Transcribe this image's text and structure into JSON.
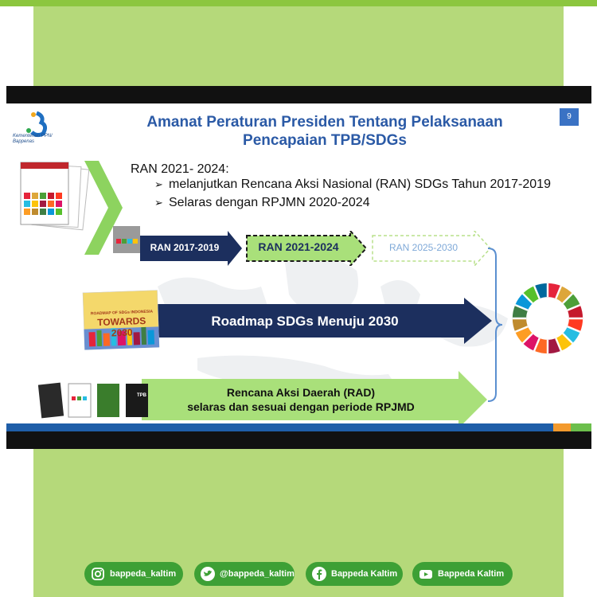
{
  "slide": {
    "page_number": "9",
    "title_line1": "Amanat Peraturan Presiden Tentang Pelaksanaan",
    "title_line2": "Pencapaian TPB/SDGs",
    "logo_text_line1": "Kementerian PPN/",
    "logo_text_line2": "Bappenas",
    "ran_heading": "RAN 2021- 2024:",
    "bullets": [
      "melanjutkan Rencana Aksi Nasional (RAN) SDGs Tahun 2017-2019",
      "Selaras dengan RPJMN 2020-2024"
    ],
    "arrows": {
      "ran_2017": "RAN 2017-2019",
      "ran_2021": "RAN 2021-2024",
      "ran_2025": "RAN 2025-2030",
      "roadmap": "Roadmap SDGs Menuju 2030",
      "rad_line1": "Rencana Aksi Daerah (RAD)",
      "rad_line2": "selaras dan sesuai dengan periode RPJMD"
    },
    "book_cover": {
      "line1": "ROADMAP OF SDGs INDONESIA",
      "line2": "TOWARDS 2030"
    },
    "small_book_label": "TPB"
  },
  "social": [
    {
      "icon": "instagram-icon",
      "label": "bappeda_kaltim"
    },
    {
      "icon": "twitter-icon",
      "label": "@bappeda_kaltim"
    },
    {
      "icon": "facebook-icon",
      "label": "Bappeda Kaltim"
    },
    {
      "icon": "youtube-icon",
      "label": "Bappeda Kaltim"
    }
  ],
  "colors": {
    "frame_green": "#8cc63f",
    "panel_green": "#b5d97a",
    "navy_arrow": "#1c2f5e",
    "light_green_arrow": "#a9e07a",
    "title_blue": "#2b5aa6",
    "social_green": "#3da035"
  }
}
